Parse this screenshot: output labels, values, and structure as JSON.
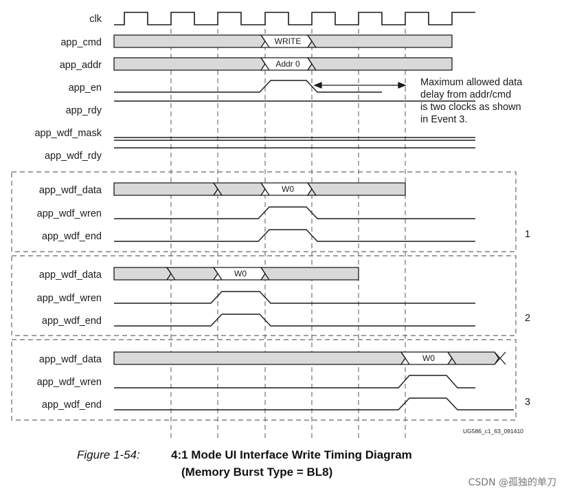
{
  "clock_label": "clk",
  "top_signals": [
    {
      "key": "app_cmd",
      "label": "app_cmd"
    },
    {
      "key": "app_addr",
      "label": "app_addr"
    },
    {
      "key": "app_en",
      "label": "app_en"
    },
    {
      "key": "app_rdy",
      "label": "app_rdy"
    },
    {
      "key": "app_wdf_mask",
      "label": "app_wdf_mask"
    },
    {
      "key": "app_wdf_rdy",
      "label": "app_wdf_rdy"
    }
  ],
  "bus_values": {
    "cmd": "WRITE",
    "addr": "Addr 0",
    "w0": "W0"
  },
  "annotation": {
    "lines": [
      "Maximum allowed data",
      "delay from addr/cmd",
      "is two clocks as shown",
      "in Event 3."
    ]
  },
  "event_groups": [
    {
      "number": "1",
      "signals": [
        "app_wdf_data",
        "app_wdf_wren",
        "app_wdf_end"
      ]
    },
    {
      "number": "2",
      "signals": [
        "app_wdf_data",
        "app_wdf_wren",
        "app_wdf_end"
      ]
    },
    {
      "number": "3",
      "signals": [
        "app_wdf_data",
        "app_wdf_wren",
        "app_wdf_end"
      ]
    }
  ],
  "reference_id": "UG586_c1_63_091410",
  "caption": {
    "prefix": "Figure 1-54:",
    "title_line1": "4:1 Mode UI Interface Write Timing Diagram",
    "title_line2": "(Memory Burst Type = BL8)"
  },
  "watermark": "CSDN @孤独的单刀",
  "colors": {
    "bus_fill": "#d9d9d9",
    "line": "#1a1a1a",
    "dashed": "#555555"
  }
}
